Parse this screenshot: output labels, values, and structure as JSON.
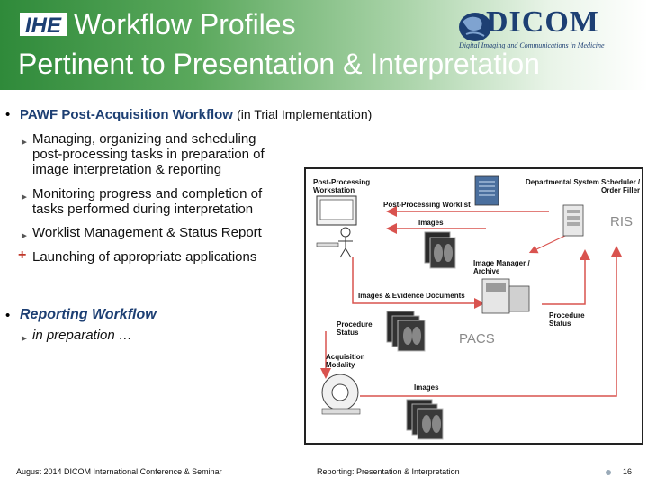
{
  "header": {
    "logo_text": "IHE",
    "title_line1": "Workflow Profiles",
    "title_line2": "Pertinent to Presentation & Interpretation",
    "dicom_logo_text": "DICOM",
    "dicom_tagline": "Digital Imaging and Communications in Medicine"
  },
  "bullets": {
    "pawf": {
      "code": "PAWF",
      "name": "Post-Acquisition Workflow",
      "status": "(in Trial Implementation)",
      "items": [
        {
          "lines": [
            "Managing, organizing and scheduling",
            "post-processing tasks in preparation of",
            "image interpretation & reporting"
          ]
        },
        {
          "lines": [
            "Monitoring progress and completion of",
            "tasks performed during interpretation"
          ]
        },
        {
          "lines": [
            "Worklist Management & Status Report"
          ]
        }
      ],
      "extra": "Launching of appropriate applications"
    },
    "reporting": {
      "title": "Reporting Workflow",
      "items": [
        "in preparation …"
      ]
    }
  },
  "diagram": {
    "labels": {
      "post_processing_ws": [
        "Post-Processing",
        "Workstation"
      ],
      "dss_of": [
        "Departmental System Scheduler /",
        "Order Filler"
      ],
      "pp_worklist": "Post-Processing Worklist",
      "images_top": "Images",
      "ris": "RIS",
      "image_manager": [
        "Image Manager /",
        "Archive"
      ],
      "images_evidence": "Images & Evidence Documents",
      "procedure_status_left": [
        "Procedure",
        "Status"
      ],
      "procedure_status_right": [
        "Procedure",
        "Status"
      ],
      "pacs": "PACS",
      "acq_modality": [
        "Acquisition",
        "Modality"
      ],
      "images_bottom": "Images"
    },
    "colors": {
      "arrow": "#d9534f",
      "border": "#222222"
    }
  },
  "footer": {
    "left": "August 2014 DICOM International Conference & Seminar",
    "center": "Reporting: Presentation & Interpretation",
    "page": "16"
  }
}
